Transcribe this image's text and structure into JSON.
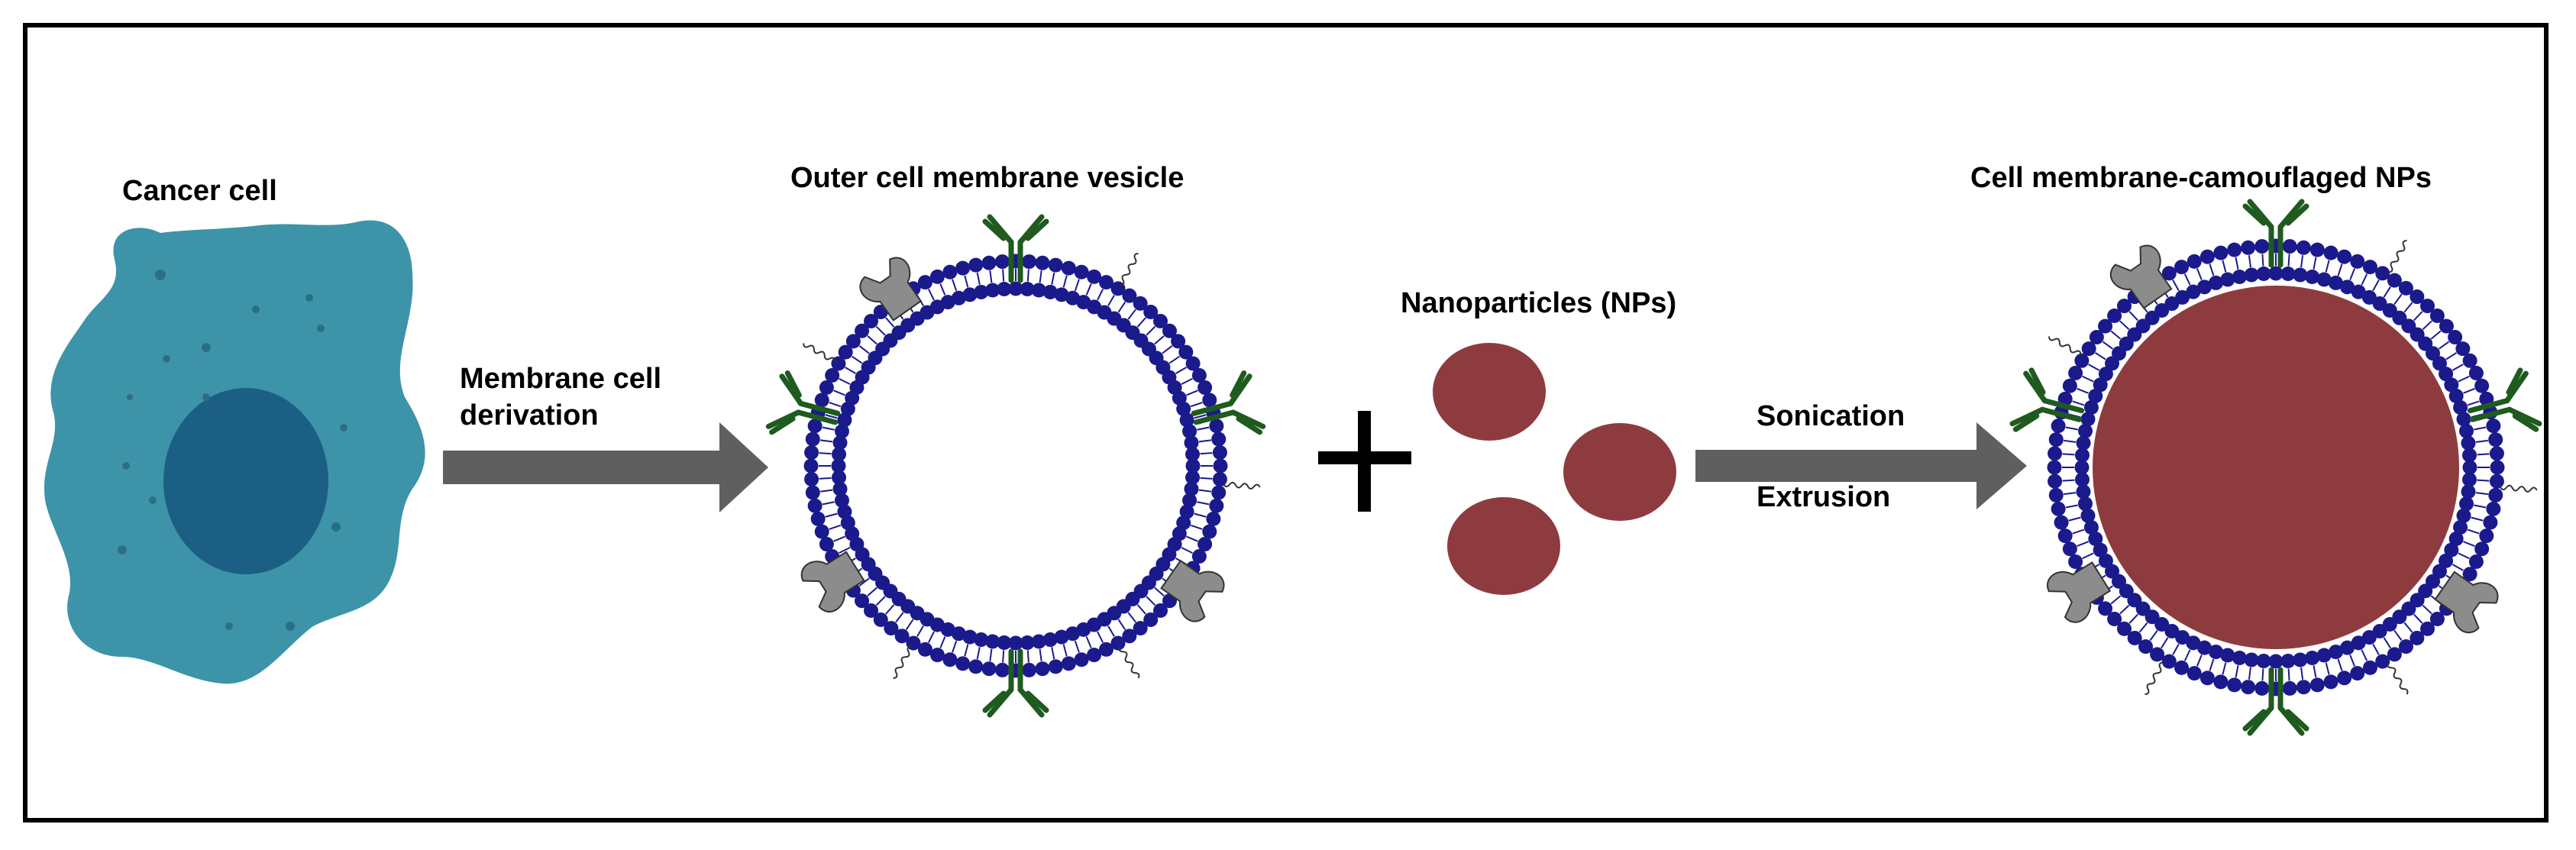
{
  "labels": {
    "cancer_cell": "Cancer cell",
    "outer_vesicle": "Outer cell membrane vesicle",
    "nanoparticles": "Nanoparticles (NPs)",
    "camouflaged": "Cell membrane-camouflaged NPs",
    "derivation_line1": "Membrane cell",
    "derivation_line2": "derivation",
    "sonication": "Sonication",
    "extrusion": "Extrusion"
  },
  "colors": {
    "cell_body": "#3d94a8",
    "cell_nucleus": "#1c5f85",
    "cell_granule": "#2b6f86",
    "lipid_head": "#1a1a8c",
    "antibody": "#1f5a1f",
    "receptor": "#8c8c8c",
    "nanoparticle": "#8e3b3f",
    "arrow": "#5f5f5f"
  },
  "icons": {
    "plus": "plus-sign-icon",
    "arrow": "arrow-right-icon"
  }
}
